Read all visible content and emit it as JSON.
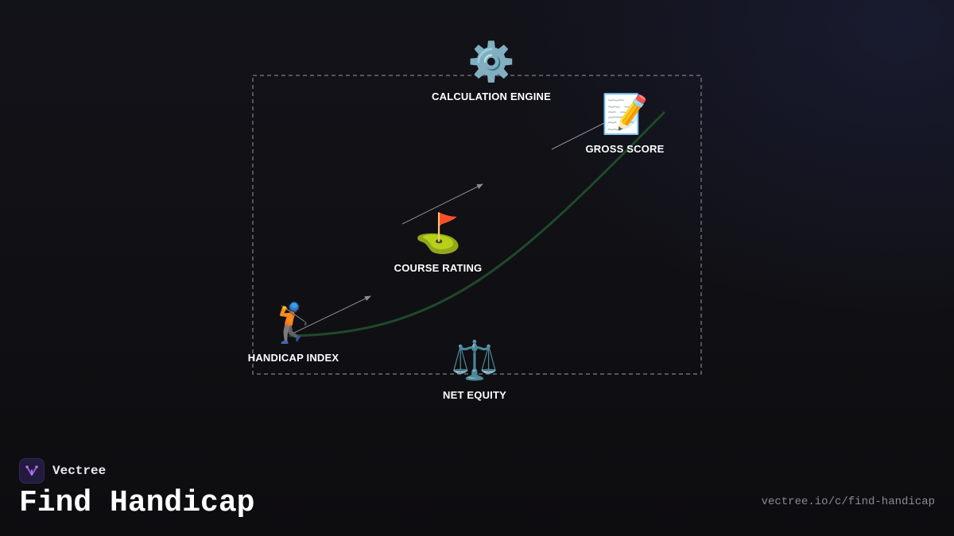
{
  "diagram": {
    "nodes": {
      "calculation_engine": {
        "icon": "⚙️",
        "icon_name": "gear-icon",
        "label": "CALCULATION ENGINE"
      },
      "gross_score": {
        "icon": "📝",
        "icon_name": "memo-icon",
        "label": "GROSS SCORE"
      },
      "course_rating": {
        "icon": "⛳",
        "icon_name": "golf-flag-icon",
        "label": "COURSE RATING"
      },
      "handicap_index": {
        "icon": "🏌️",
        "icon_name": "golfer-icon",
        "label": "HANDICAP INDEX"
      },
      "net_equity": {
        "icon": "⚖️",
        "icon_name": "balance-scale-icon",
        "label": "NET EQUITY"
      }
    },
    "colors": {
      "frame": "#6b6b72",
      "curve": "#1f4a2a",
      "arrow": "#8c8c92"
    }
  },
  "footer": {
    "brand_name": "Vectree",
    "brand_icon": "vectree-logo-icon",
    "title": "Find Handicap",
    "url": "vectree.io/c/find-handicap"
  }
}
